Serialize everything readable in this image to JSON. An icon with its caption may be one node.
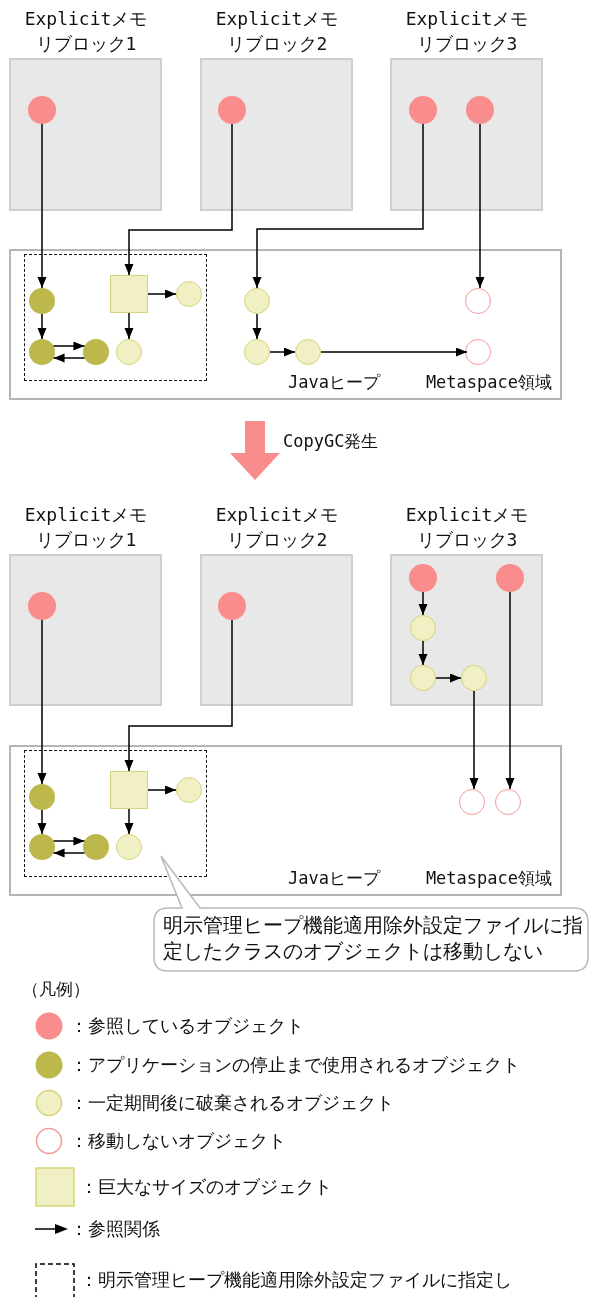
{
  "diagram": {
    "nodes": [
      {
        "text": [
          "Explicitメモリブロック1"
        ]
      },
      {
        "text": [
          "Explicitメモリブロック2"
        ]
      },
      {
        "text": [
          "Explicitメモリブロック3"
        ]
      },
      {
        "text": [],
        "shape": "circle",
        "in": 0
      },
      {
        "text": [],
        "shape": "circle",
        "in": 1
      },
      {
        "text": [],
        "shape": "circle",
        "in": 2
      },
      {
        "text": [],
        "shape": "circle",
        "in": 2
      },
      {
        "text": [
          "Javaヒープ"
        ]
      },
      {
        "text": [
          "Metaspace領域"
        ]
      },
      {
        "text": [],
        "shape": "box",
        "in": 7
      },
      {
        "text": [],
        "shape": "circle",
        "in": 9
      },
      {
        "text": [],
        "shape": "box",
        "in": 9
      },
      {
        "text": [],
        "shape": "circle",
        "in": 9
      },
      {
        "text": [],
        "shape": "circle",
        "in": 9
      },
      {
        "text": [],
        "shape": "circle",
        "in": 9
      },
      {
        "text": [],
        "shape": "circle",
        "in": 9
      },
      {
        "text": [],
        "shape": "circle",
        "in": 7
      },
      {
        "text": [],
        "shape": "circle",
        "in": 7
      },
      {
        "text": [],
        "shape": "circle",
        "in": 7
      },
      {
        "text": [],
        "shape": "circle",
        "in": 8
      },
      {
        "text": [],
        "shape": "circle",
        "in": 8
      },
      {
        "text": [
          "Explicitメモリブロック1"
        ]
      },
      {
        "text": [
          "Explicitメモリブロック2"
        ]
      },
      {
        "text": [
          "Explicitメモリブロック3"
        ]
      },
      {
        "text": [],
        "shape": "circle",
        "in": 21
      },
      {
        "text": [],
        "shape": "circle",
        "in": 22
      },
      {
        "text": [],
        "shape": "circle",
        "in": 23
      },
      {
        "text": [],
        "shape": "circle",
        "in": 23
      },
      {
        "text": [],
        "shape": "circle",
        "in": 23
      },
      {
        "text": [],
        "shape": "circle",
        "in": 23
      },
      {
        "text": [],
        "shape": "circle",
        "in": 23
      },
      {
        "text": [
          "Javaヒープ"
        ]
      },
      {
        "text": [
          "Metaspace領域"
        ]
      },
      {
        "text": [],
        "shape": "box",
        "in": 31
      },
      {
        "text": [],
        "shape": "circle",
        "in": 33
      },
      {
        "text": [],
        "shape": "box",
        "in": 33
      },
      {
        "text": [],
        "shape": "circle",
        "in": 33
      },
      {
        "text": [],
        "shape": "circle",
        "in": 33
      },
      {
        "text": [],
        "shape": "circle",
        "in": 33
      },
      {
        "text": [],
        "shape": "circle",
        "in": 33
      },
      {
        "text": [],
        "shape": "circle",
        "in": 32
      },
      {
        "text": [],
        "shape": "circle",
        "in": 32
      },
      {
        "text": [
          "明示管理ヒープ機能適用除外設定ファイルに指定したクラスのオブジェクトは移動しない"
        ]
      }
    ],
    "edges": [
      {
        "from": 3,
        "to": 10,
        "arrow": "to"
      },
      {
        "from": 4,
        "to": 11,
        "arrow": "to"
      },
      {
        "from": 5,
        "to": 16,
        "arrow": "to"
      },
      {
        "from": 6,
        "to": 19,
        "arrow": "to"
      },
      {
        "from": 10,
        "to": 13,
        "arrow": "to"
      },
      {
        "from": 13,
        "to": 14,
        "arrow": "to"
      },
      {
        "from": 14,
        "to": 13,
        "arrow": "to"
      },
      {
        "from": 11,
        "to": 12,
        "arrow": "to"
      },
      {
        "from": 11,
        "to": 15,
        "arrow": "to"
      },
      {
        "from": 16,
        "to": 17,
        "arrow": "to"
      },
      {
        "from": 17,
        "to": 18,
        "arrow": "to"
      },
      {
        "from": 18,
        "to": 20,
        "arrow": "to"
      },
      {
        "from": 24,
        "to": 34,
        "arrow": "to"
      },
      {
        "from": 25,
        "to": 35,
        "arrow": "to"
      },
      {
        "from": 26,
        "to": 28,
        "arrow": "to"
      },
      {
        "from": 28,
        "to": 29,
        "arrow": "to"
      },
      {
        "from": 29,
        "to": 30,
        "arrow": "to"
      },
      {
        "from": 30,
        "to": 40,
        "arrow": "to"
      },
      {
        "from": 27,
        "to": 41,
        "arrow": "to"
      },
      {
        "from": 34,
        "to": 37,
        "arrow": "to"
      },
      {
        "from": 37,
        "to": 38,
        "arrow": "to"
      },
      {
        "from": 38,
        "to": 37,
        "arrow": "to"
      },
      {
        "from": 35,
        "to": 36,
        "arrow": "to"
      },
      {
        "from": 35,
        "to": 39,
        "arrow": "to"
      }
    ],
    "labels": [
      "CopyGC発生",
      "（凡例）"
    ],
    "legend": [
      {
        "text": "：参照しているオブジェクト",
        "color": "#f98c8c"
      },
      {
        "text": "：アプリケーションの停止まで使用されるオブジェクト",
        "color": "#bdb84c"
      },
      {
        "text": "：一定期間後に破棄されるオブジェクト",
        "color": "#f1f0c4"
      },
      {
        "text": "：移動しないオブジェクト"
      },
      {
        "text": "：巨大なサイズのオブジェクト",
        "color": "#f1f0c4"
      },
      {
        "text": "：参照関係"
      },
      {
        "text": "：明示管理ヒープ機能適用除外設定ファイルに指定し"
      }
    ]
  }
}
